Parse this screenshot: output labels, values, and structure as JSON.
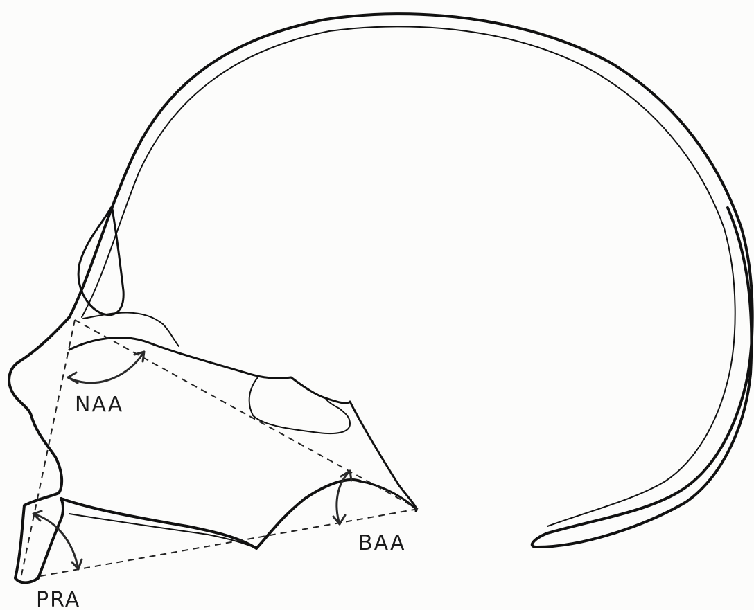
{
  "diagram": {
    "labels": {
      "naa": "NAA",
      "baa": "BAA",
      "pra": "PRA"
    }
  }
}
